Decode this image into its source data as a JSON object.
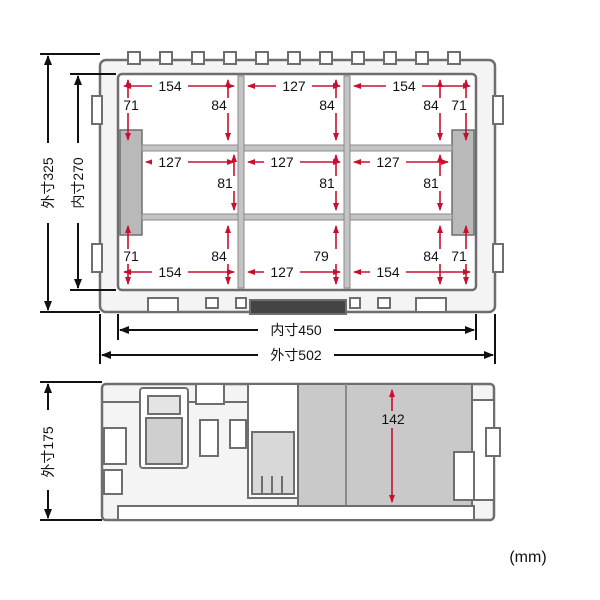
{
  "colors": {
    "measure": "#c8102e",
    "frame": "#6e6e6e",
    "divider": "#9a9a9a",
    "text": "#111111"
  },
  "top_view": {
    "outer_width": "外寸502",
    "inner_width": "内寸450",
    "outer_height": "外寸325",
    "inner_height": "内寸270",
    "rows": [
      {
        "widths": [
          "154",
          "127",
          "154"
        ],
        "heights": [
          "71",
          "84",
          "84",
          "84",
          "71"
        ]
      },
      {
        "widths": [
          "127",
          "127",
          "127"
        ],
        "heights": [
          "81",
          "81",
          "81"
        ]
      },
      {
        "widths": [
          "154",
          "127",
          "154"
        ],
        "heights": [
          "71",
          "84",
          "79",
          "84",
          "71"
        ]
      }
    ]
  },
  "side_view": {
    "outer_height": "外寸175",
    "inner_height": "142"
  },
  "unit_label": "(mm)"
}
